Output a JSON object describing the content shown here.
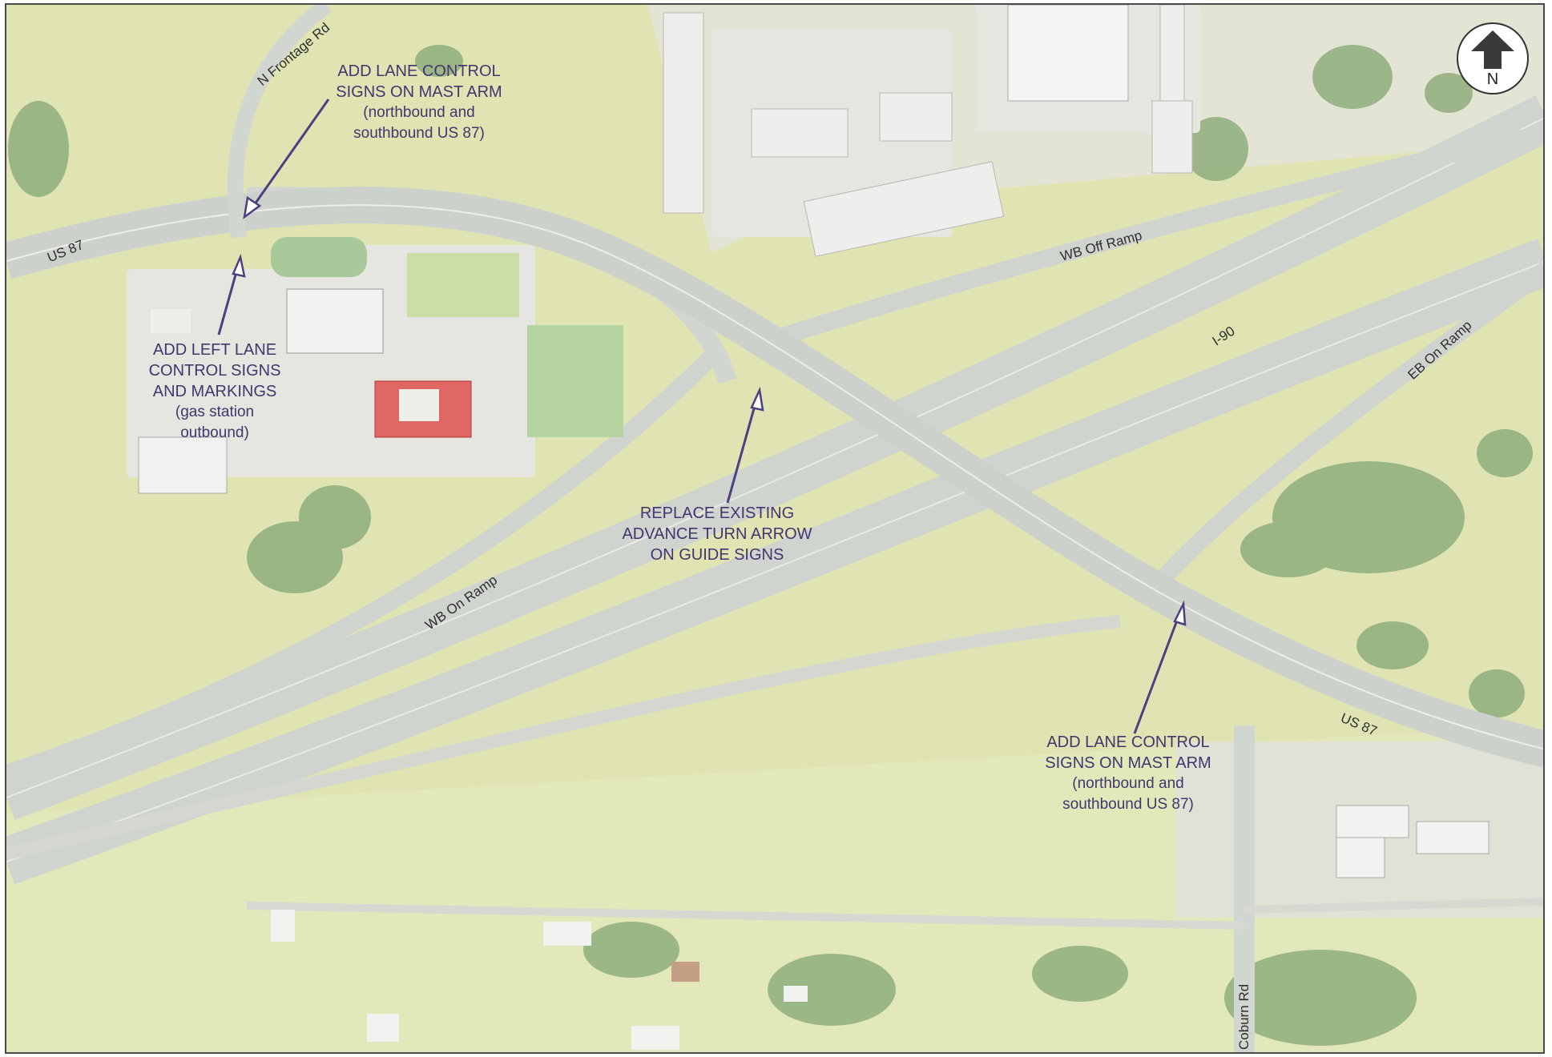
{
  "map": {
    "north_label": "N",
    "roads": {
      "us87_west": "US 87",
      "us87_east": "US 87",
      "n_frontage": "N Frontage Rd",
      "wb_off_ramp": "WB Off Ramp",
      "i90": "I-90",
      "eb_on_ramp": "EB On Ramp",
      "wb_on_ramp": "WB On Ramp",
      "coburn": "Coburn Rd"
    },
    "callouts": {
      "nw": {
        "line1": "ADD LANE CONTROL",
        "line2": "SIGNS ON MAST ARM",
        "line3": "(northbound and",
        "line4": "southbound US 87)"
      },
      "left": {
        "line1": "ADD LEFT LANE",
        "line2": "CONTROL SIGNS",
        "line3": "AND MARKINGS",
        "line4": "(gas station",
        "line5": "outbound)"
      },
      "center": {
        "line1": "REPLACE EXISTING",
        "line2": "ADVANCE TURN ARROW",
        "line3": "ON GUIDE SIGNS"
      },
      "se": {
        "line1": "ADD LANE CONTROL",
        "line2": "SIGNS ON MAST ARM",
        "line3": "(northbound and",
        "line4": "southbound US 87)"
      }
    },
    "colors": {
      "grass": "#dfe4b2",
      "pavement": "#d8dcd6",
      "callout_text": "#43356f"
    }
  }
}
